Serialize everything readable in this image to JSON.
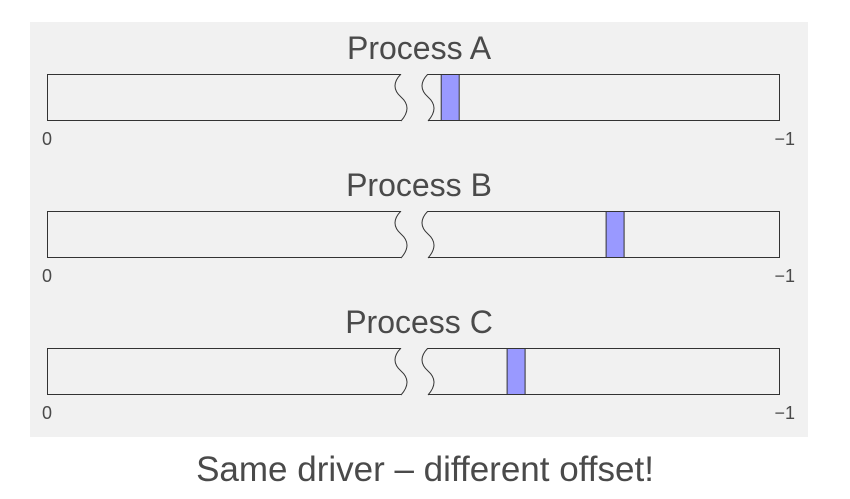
{
  "processes": [
    {
      "title": "Process A",
      "range_start": "0",
      "range_end": "−1",
      "mapping_fraction": 0.55
    },
    {
      "title": "Process B",
      "range_start": "0",
      "range_end": "−1",
      "mapping_fraction": 0.775
    },
    {
      "title": "Process C",
      "range_start": "0",
      "range_end": "−1",
      "mapping_fraction": 0.64
    }
  ],
  "caption": "Same driver – different offset!",
  "colors": {
    "mapping": "#9999ff",
    "panel": "#f1f1f1",
    "outline": "#333333"
  }
}
